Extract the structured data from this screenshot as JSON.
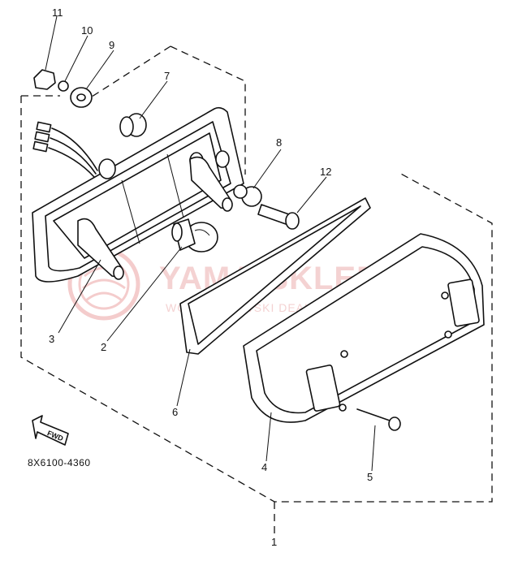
{
  "diagram": {
    "part_code": "8X6100-4360",
    "direction_marker": "FWD",
    "watermark": {
      "brand": "YAMA-SKLEP.PL",
      "tagline": "WOJCIECHOWSKI DEALER YAMAHA"
    },
    "callouts": [
      {
        "id": "c1",
        "label": "1"
      },
      {
        "id": "c2",
        "label": "2"
      },
      {
        "id": "c3",
        "label": "3"
      },
      {
        "id": "c4",
        "label": "4"
      },
      {
        "id": "c5",
        "label": "5"
      },
      {
        "id": "c6",
        "label": "6"
      },
      {
        "id": "c7",
        "label": "7"
      },
      {
        "id": "c8",
        "label": "8"
      },
      {
        "id": "c9",
        "label": "9"
      },
      {
        "id": "c10",
        "label": "10"
      },
      {
        "id": "c11",
        "label": "11"
      },
      {
        "id": "c12",
        "label": "12"
      }
    ]
  }
}
